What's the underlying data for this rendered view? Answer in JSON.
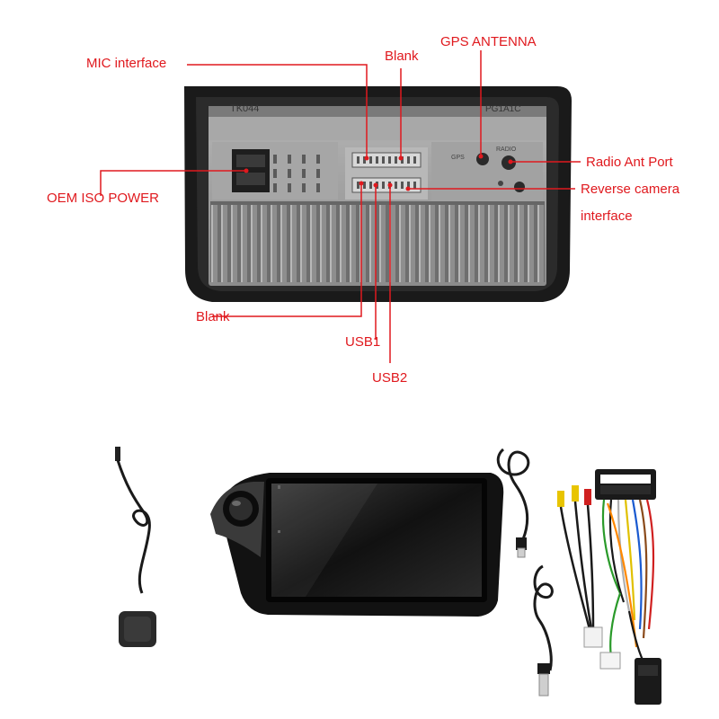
{
  "colors": {
    "annotation": "#e0191e",
    "chassis": "#1a1a1a",
    "metal": "#9a9a9a",
    "background": "#ffffff"
  },
  "labels": {
    "mic": "MIC interface",
    "blank_top": "Blank",
    "gps": "GPS ANTENNA",
    "radio": "Radio Ant Port",
    "oem": "OEM ISO POWER",
    "reverse_line1": "Reverse camera",
    "reverse_line2": "interface",
    "blank_bottom": "Blank",
    "usb1": "USB1",
    "usb2": "USB2"
  },
  "engravings": {
    "model": "TK044",
    "serial": "PG1A1C",
    "gps": "GPS",
    "radio": "RADIO"
  },
  "accessories": [
    "gps-antenna",
    "head-unit",
    "usb-cable",
    "usb-cable",
    "rca-cable",
    "wiring-harness"
  ]
}
